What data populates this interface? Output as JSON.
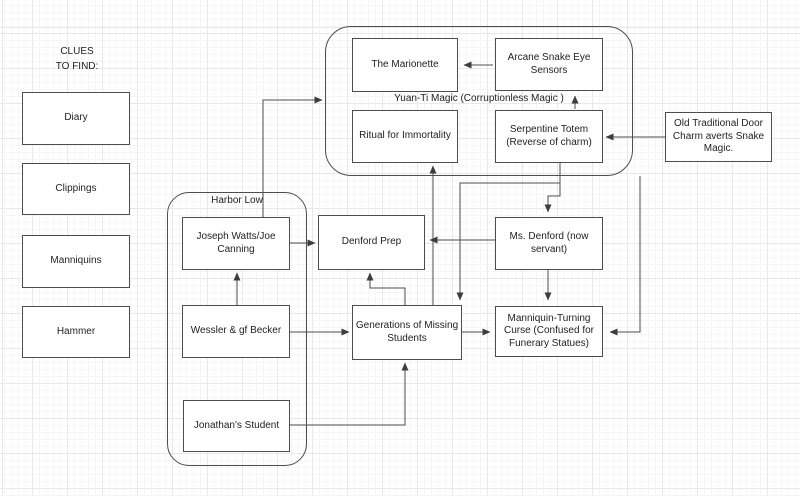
{
  "diagram": {
    "colors": {
      "background": "#ffffff",
      "grid_minor": "#f6f6f6",
      "grid_major": "#e8e8e8",
      "stroke": "#4d4d4d",
      "text": "#1f1f1f"
    },
    "clues": {
      "heading": "CLUES\nTO FIND:",
      "items": [
        "Diary",
        "Clippings",
        "Manniquins",
        "Hammer"
      ]
    },
    "groups": {
      "yuan_ti": {
        "label": "Yuan-Ti Magic (Corruptionless Magic )"
      },
      "harbor_low": {
        "label": "Harbor Low"
      }
    },
    "nodes": {
      "marionette": {
        "label": "The Marionette"
      },
      "arcane_sensors": {
        "label": "Arcane Snake Eye Sensors"
      },
      "ritual": {
        "label": "Ritual for Immortality"
      },
      "serpentine": {
        "label": "Serpentine Totem (Reverse of charm)"
      },
      "door_charm": {
        "label": "Old Traditional Door Charm averts Snake Magic."
      },
      "joseph": {
        "label": "Joseph Watts/Joe Canning"
      },
      "wessler": {
        "label": "Wessler & gf Becker"
      },
      "jonathan": {
        "label": "Jonathan's Student"
      },
      "denford_prep": {
        "label": "Denford Prep"
      },
      "ms_denford": {
        "label": "Ms. Denford (now servant)"
      },
      "generations": {
        "label": "Generations of Missing Students"
      },
      "manniquin_curse": {
        "label": "Manniquin-Turning Curse (Confused for Funerary Statues)"
      }
    },
    "edges": [
      {
        "name": "edge-arcane-to-marionette",
        "from": "arcane_sensors",
        "to": "marionette"
      },
      {
        "name": "edge-serpentine-to-arcane",
        "from": "serpentine",
        "to": "arcane_sensors"
      },
      {
        "name": "edge-doorcharm-to-serpentine",
        "from": "door_charm",
        "to": "serpentine"
      },
      {
        "name": "edge-joseph-to-yuanti",
        "from": "joseph",
        "to": "yuan_ti"
      },
      {
        "name": "edge-joseph-to-denfordprep",
        "from": "joseph",
        "to": "denford_prep"
      },
      {
        "name": "edge-wessler-to-joseph",
        "from": "wessler",
        "to": "joseph"
      },
      {
        "name": "edge-wessler-to-generations",
        "from": "wessler",
        "to": "generations"
      },
      {
        "name": "edge-jonathan-to-generations",
        "from": "jonathan",
        "to": "generations"
      },
      {
        "name": "edge-generations-to-denfordprep",
        "from": "generations",
        "to": "denford_prep"
      },
      {
        "name": "edge-generations-to-ritual",
        "from": "generations",
        "to": "ritual"
      },
      {
        "name": "edge-serpentine-to-msdenford",
        "from": "serpentine",
        "to": "ms_denford"
      },
      {
        "name": "edge-serpentine-to-generations",
        "from": "serpentine",
        "to": "generations"
      },
      {
        "name": "edge-msdenford-to-denfordprep",
        "from": "ms_denford",
        "to": "denford_prep"
      },
      {
        "name": "edge-msdenford-to-curse",
        "from": "ms_denford",
        "to": "manniquin_curse"
      },
      {
        "name": "edge-generations-to-curse",
        "from": "generations",
        "to": "manniquin_curse"
      },
      {
        "name": "edge-yuanti-to-curse",
        "from": "yuan_ti",
        "to": "manniquin_curse"
      }
    ]
  }
}
